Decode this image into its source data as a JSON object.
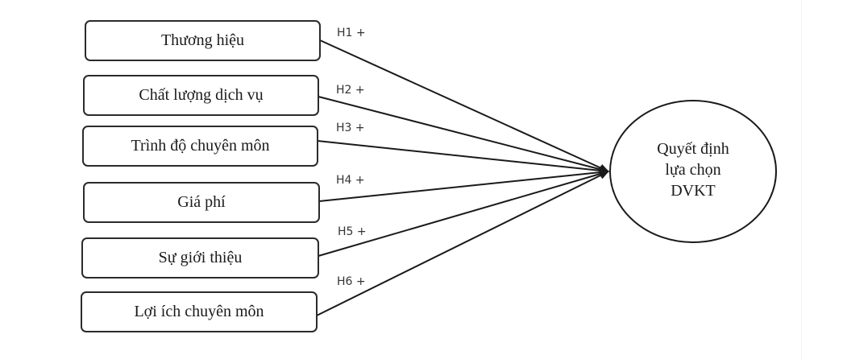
{
  "diagram": {
    "type": "research-model",
    "factors": [
      {
        "id": "f1",
        "label": "Thương hiệu",
        "hypothesis": "H1 +"
      },
      {
        "id": "f2",
        "label": "Chất lượng dịch vụ",
        "hypothesis": "H2 +"
      },
      {
        "id": "f3",
        "label": "Trình độ chuyên môn",
        "hypothesis": "H3 +"
      },
      {
        "id": "f4",
        "label": "Giá phí",
        "hypothesis": "H4 +"
      },
      {
        "id": "f5",
        "label": "Sự giới thiệu",
        "hypothesis": "H5 +"
      },
      {
        "id": "f6",
        "label": "Lợi ích chuyên môn",
        "hypothesis": "H6 +"
      }
    ],
    "outcome": {
      "lines": [
        "Quyết định",
        "lựa chọn",
        "DVKT"
      ]
    },
    "edges": [
      {
        "from": "f1",
        "to": "outcome",
        "label": "H1 +"
      },
      {
        "from": "f2",
        "to": "outcome",
        "label": "H2 +"
      },
      {
        "from": "f3",
        "to": "outcome",
        "label": "H3 +"
      },
      {
        "from": "f4",
        "to": "outcome",
        "label": "H4 +"
      },
      {
        "from": "f5",
        "to": "outcome",
        "label": "H5 +"
      },
      {
        "from": "f6",
        "to": "outcome",
        "label": "H6 +"
      }
    ],
    "colors": {
      "stroke": "#1a1a1a",
      "text": "#1a1a1a",
      "label": "#333333",
      "background": "#ffffff"
    }
  }
}
